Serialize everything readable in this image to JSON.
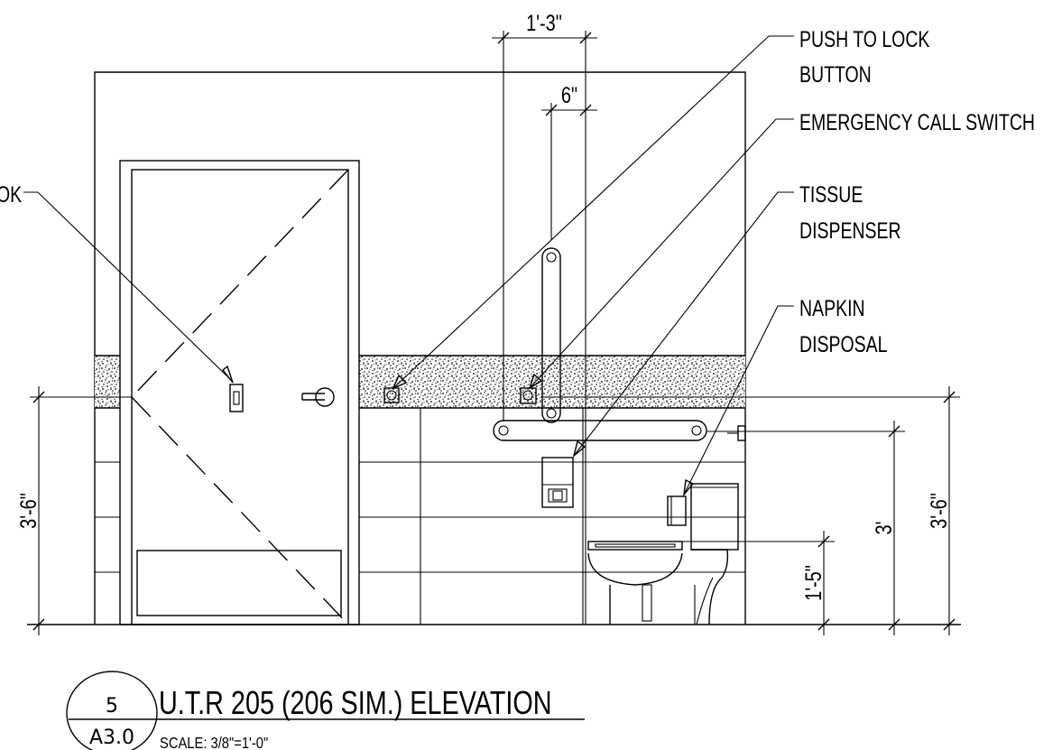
{
  "labels": {
    "push_to_lock_1": "PUSH TO LOCK",
    "push_to_lock_2": "BUTTON",
    "emergency_call": "EMERGENCY CALL SWITCH",
    "tissue_1": "TISSUE",
    "tissue_2": "DISPENSER",
    "napkin_1": "NAPKIN",
    "napkin_2": "DISPOSAL",
    "hook_cut": "OK"
  },
  "dimensions": {
    "grab_bar_width": "1'-3\"",
    "grab_bar_offset": "6\"",
    "left_height": "3'-6\"",
    "seat_height": "1'-5\"",
    "bar_height": "3'",
    "right_height": "3'-6\""
  },
  "title": {
    "number": "5",
    "sheet": "A3.0",
    "name": "U.T.R 205 (206 SIM.) ELEVATION",
    "scale": "SCALE: 3/8\"=1'-0\""
  }
}
